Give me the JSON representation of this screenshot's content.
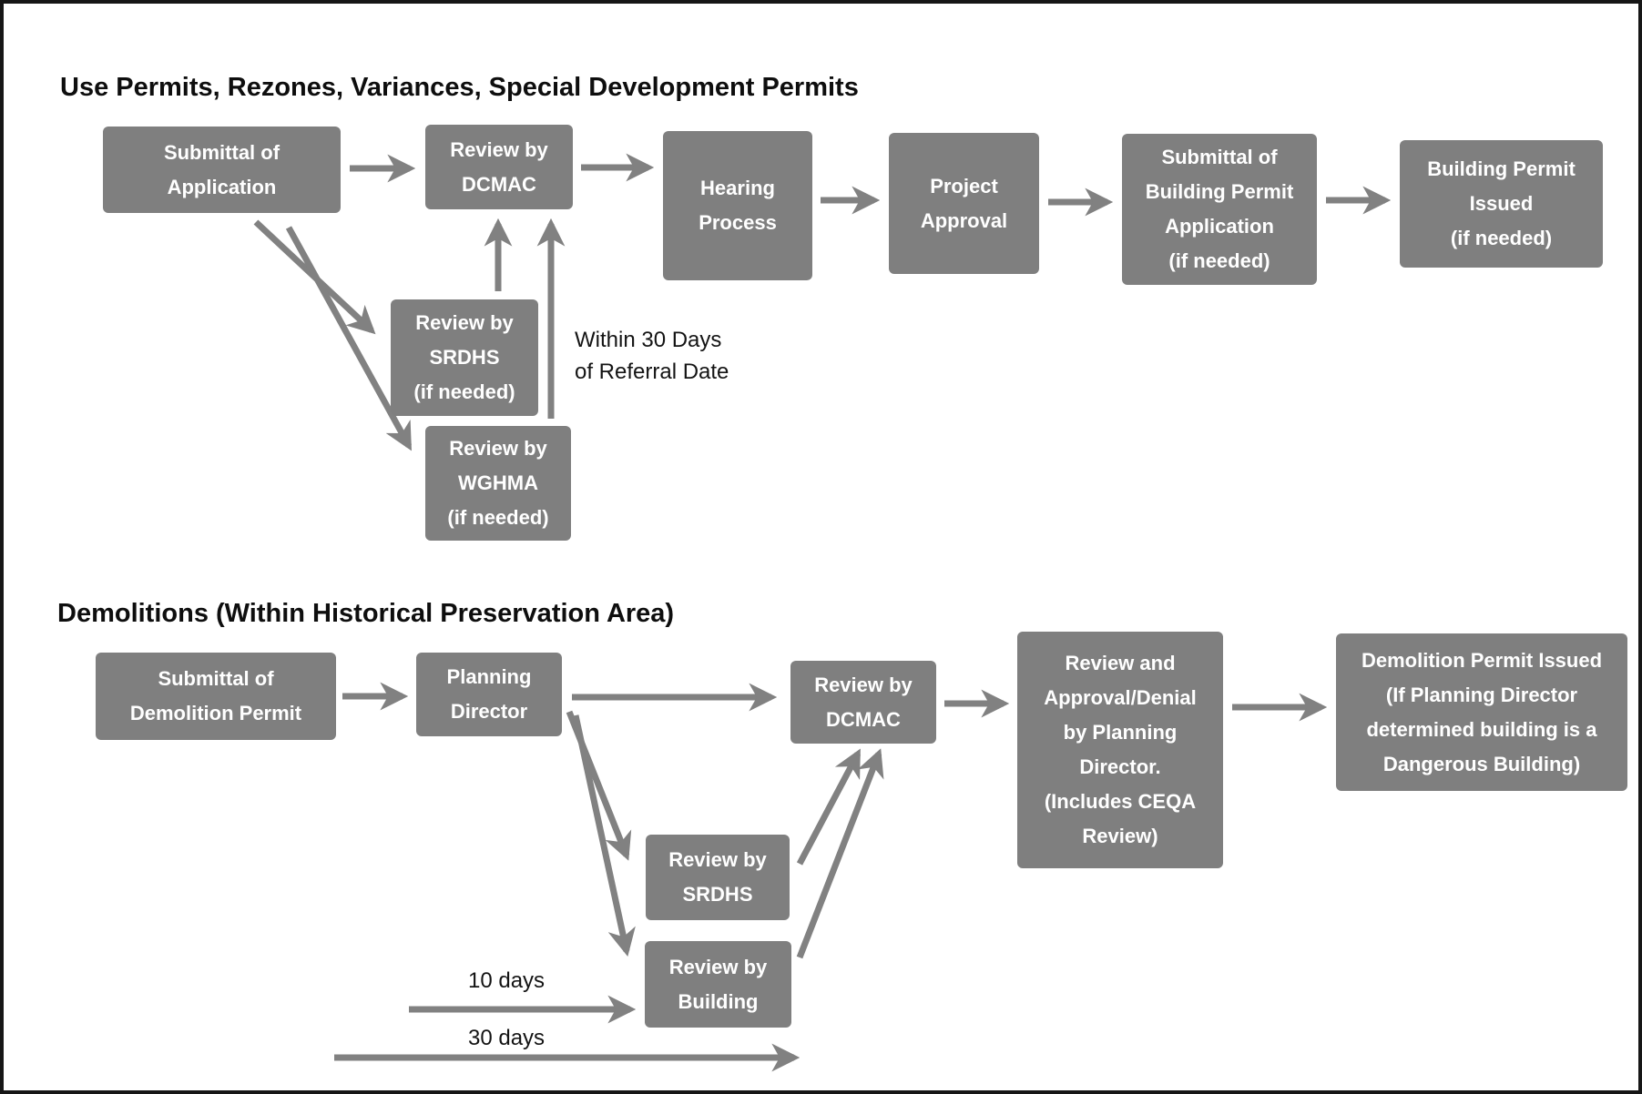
{
  "diagram": {
    "type": "flowchart",
    "colors": {
      "box_fill": "#7f7f7f",
      "box_text": "#ffffff",
      "arrow": "#818181",
      "title_text": "#0e0e0e",
      "background": "#ffffff",
      "page_border": "#161616"
    },
    "sections": [
      {
        "title": "Use Permits, Rezones, Variances, Special Development Permits",
        "nodes": [
          {
            "id": "submittal-application",
            "label": "Submittal of\nApplication"
          },
          {
            "id": "review-dcmac",
            "label": "Review by\nDCMAC"
          },
          {
            "id": "hearing-process",
            "label": "Hearing\nProcess"
          },
          {
            "id": "project-approval",
            "label": "Project\nApproval"
          },
          {
            "id": "submittal-building-permit",
            "label": "Submittal of\nBuilding Permit\nApplication\n(if needed)"
          },
          {
            "id": "building-permit-issued",
            "label": "Building Permit\nIssued\n(if needed)"
          },
          {
            "id": "review-srdhs",
            "label": "Review by\nSRDHS\n(if needed)"
          },
          {
            "id": "review-wghma",
            "label": "Review by\nWGHMA\n(if needed)"
          }
        ],
        "annotations": [
          {
            "id": "within-30-days",
            "text": "Within 30 Days\nof Referral Date"
          }
        ],
        "edges": [
          {
            "from": "submittal-application",
            "to": "review-dcmac"
          },
          {
            "from": "review-dcmac",
            "to": "hearing-process"
          },
          {
            "from": "hearing-process",
            "to": "project-approval"
          },
          {
            "from": "project-approval",
            "to": "submittal-building-permit"
          },
          {
            "from": "submittal-building-permit",
            "to": "building-permit-issued"
          },
          {
            "from": "submittal-application",
            "to": "review-srdhs"
          },
          {
            "from": "submittal-application",
            "to": "review-wghma"
          },
          {
            "from": "review-srdhs",
            "to": "review-dcmac",
            "note": "Within 30 Days of Referral Date"
          },
          {
            "from": "review-wghma",
            "to": "review-dcmac",
            "note": "Within 30 Days of Referral Date"
          }
        ]
      },
      {
        "title": "Demolitions (Within Historical Preservation Area)",
        "nodes": [
          {
            "id": "submittal-demolition-permit",
            "label": "Submittal of\nDemolition Permit"
          },
          {
            "id": "planning-director",
            "label": "Planning\nDirector"
          },
          {
            "id": "review-dcmac-2",
            "label": "Review by\nDCMAC"
          },
          {
            "id": "review-approval-denial",
            "label": "Review and\nApproval/Denial\nby Planning\nDirector.\n(Includes CEQA\nReview)"
          },
          {
            "id": "demolition-permit-issued",
            "label": "Demolition Permit Issued\n(If Planning Director\ndetermined building is a\nDangerous Building)"
          },
          {
            "id": "review-srdhs-2",
            "label": "Review by\nSRDHS"
          },
          {
            "id": "review-building",
            "label": "Review by\nBuilding"
          }
        ],
        "annotations": [
          {
            "id": "ten-days",
            "text": "10 days"
          },
          {
            "id": "thirty-days",
            "text": "30 days"
          }
        ],
        "edges": [
          {
            "from": "submittal-demolition-permit",
            "to": "planning-director"
          },
          {
            "from": "planning-director",
            "to": "review-dcmac-2"
          },
          {
            "from": "review-dcmac-2",
            "to": "review-approval-denial"
          },
          {
            "from": "review-approval-denial",
            "to": "demolition-permit-issued"
          },
          {
            "from": "planning-director",
            "to": "review-srdhs-2"
          },
          {
            "from": "planning-director",
            "to": "review-building"
          },
          {
            "from": "review-srdhs-2",
            "to": "review-dcmac-2"
          },
          {
            "from": "review-building",
            "to": "review-dcmac-2"
          },
          {
            "from": "timeline-start",
            "to": "review-building",
            "note": "10 days"
          },
          {
            "from": "timeline-start",
            "to": "timeline-end",
            "note": "30 days"
          }
        ]
      }
    ]
  }
}
